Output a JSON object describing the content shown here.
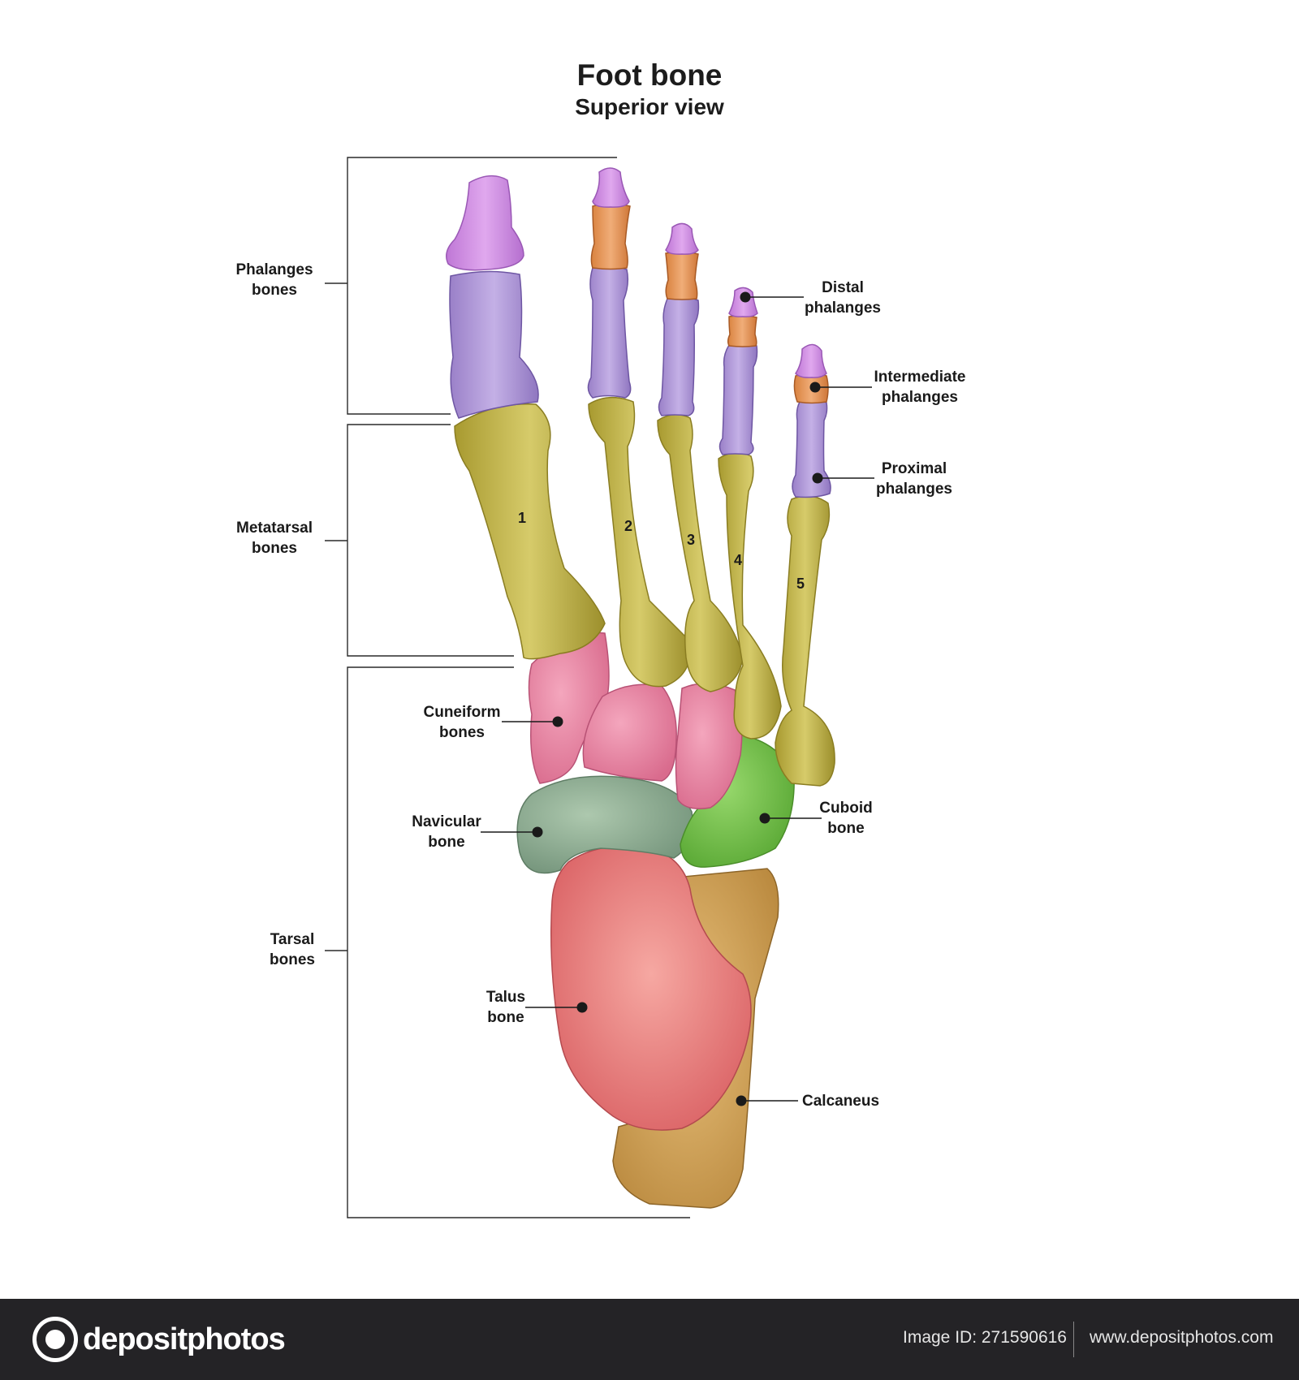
{
  "title": "Foot bone",
  "subtitle": "Superior view",
  "groups": {
    "phalanges": [
      "Phalanges",
      "bones"
    ],
    "metatarsal": [
      "Metatarsal",
      "bones"
    ],
    "tarsal": [
      "Tarsal",
      "bones"
    ]
  },
  "labels": {
    "distal": [
      "Distal",
      "phalanges"
    ],
    "intermediate": [
      "Intermediate",
      "phalanges"
    ],
    "proximal": [
      "Proximal",
      "phalanges"
    ],
    "cuneiform": [
      "Cuneiform",
      "bones"
    ],
    "navicular": [
      "Navicular",
      "bone"
    ],
    "cuboid": [
      "Cuboid",
      "bone"
    ],
    "talus": [
      "Talus",
      "bone"
    ],
    "calcaneus": "Calcaneus"
  },
  "metatarsal_numbers": [
    "1",
    "2",
    "3",
    "4",
    "5"
  ],
  "footer": {
    "brand": "depositphotos",
    "image_id": "Image ID: 271590616",
    "site": "www.depositphotos.com"
  },
  "colors": {
    "distal": "#cf8ee0",
    "intermediate": "#e6975a",
    "proximal": "#b29ad8",
    "metatarsal": "#c3b84a",
    "cuneiform": "#e98aa6",
    "navicular": "#8fae92",
    "cuboid": "#74c24a",
    "talus": "#ea7b7b",
    "calcaneus": "#d3a553",
    "footer_bg": "#242326"
  }
}
